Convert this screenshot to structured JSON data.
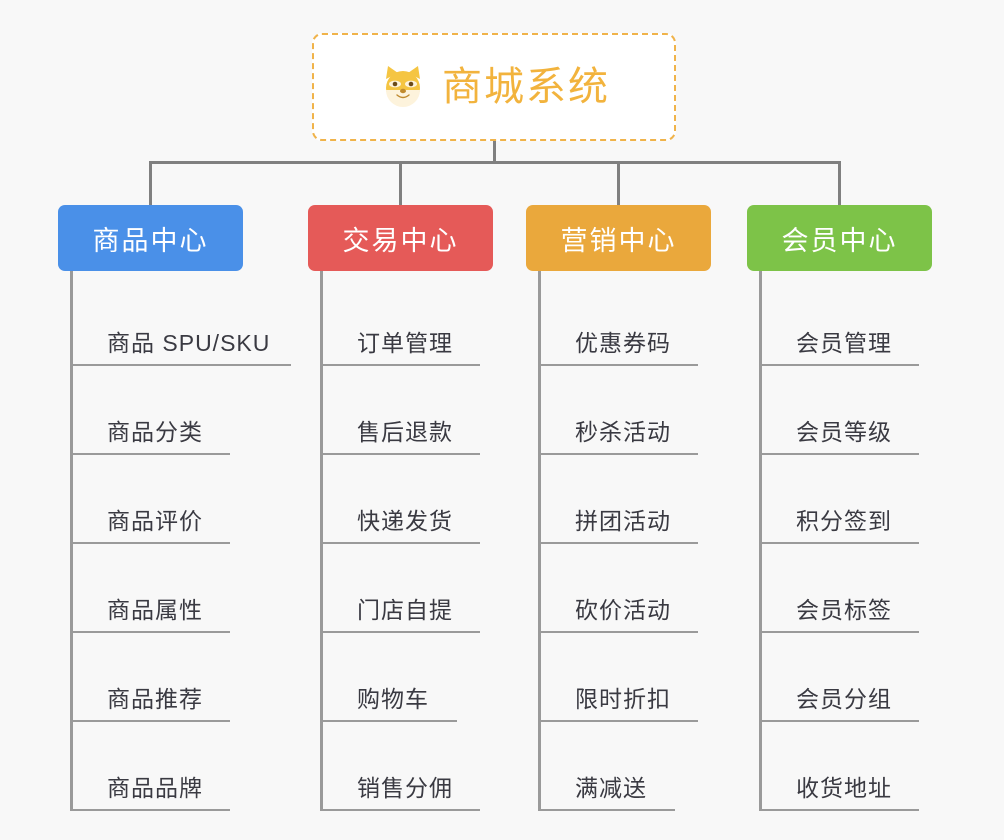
{
  "root": {
    "title": "商城系统",
    "icon": "shiba-dog-icon",
    "border_color": "#f0b34a",
    "text_color": "#f2b33d",
    "background": "#ffffff"
  },
  "canvas": {
    "background": "#f8f8f8",
    "connector_color": "#808080"
  },
  "columns": [
    {
      "title": "商品中心",
      "color": "#4a90e8",
      "items": [
        "商品 SPU/SKU",
        "商品分类",
        "商品评价",
        "商品属性",
        "商品推荐",
        "商品品牌"
      ]
    },
    {
      "title": "交易中心",
      "color": "#e55a58",
      "items": [
        "订单管理",
        "售后退款",
        "快递发货",
        "门店自提",
        "购物车",
        "销售分佣"
      ]
    },
    {
      "title": "营销中心",
      "color": "#eaa83c",
      "items": [
        "优惠券码",
        "秒杀活动",
        "拼团活动",
        "砍价活动",
        "限时折扣",
        "满减送"
      ]
    },
    {
      "title": "会员中心",
      "color": "#7dc348",
      "items": [
        "会员管理",
        "会员等级",
        "积分签到",
        "会员标签",
        "会员分组",
        "收货地址"
      ]
    }
  ]
}
